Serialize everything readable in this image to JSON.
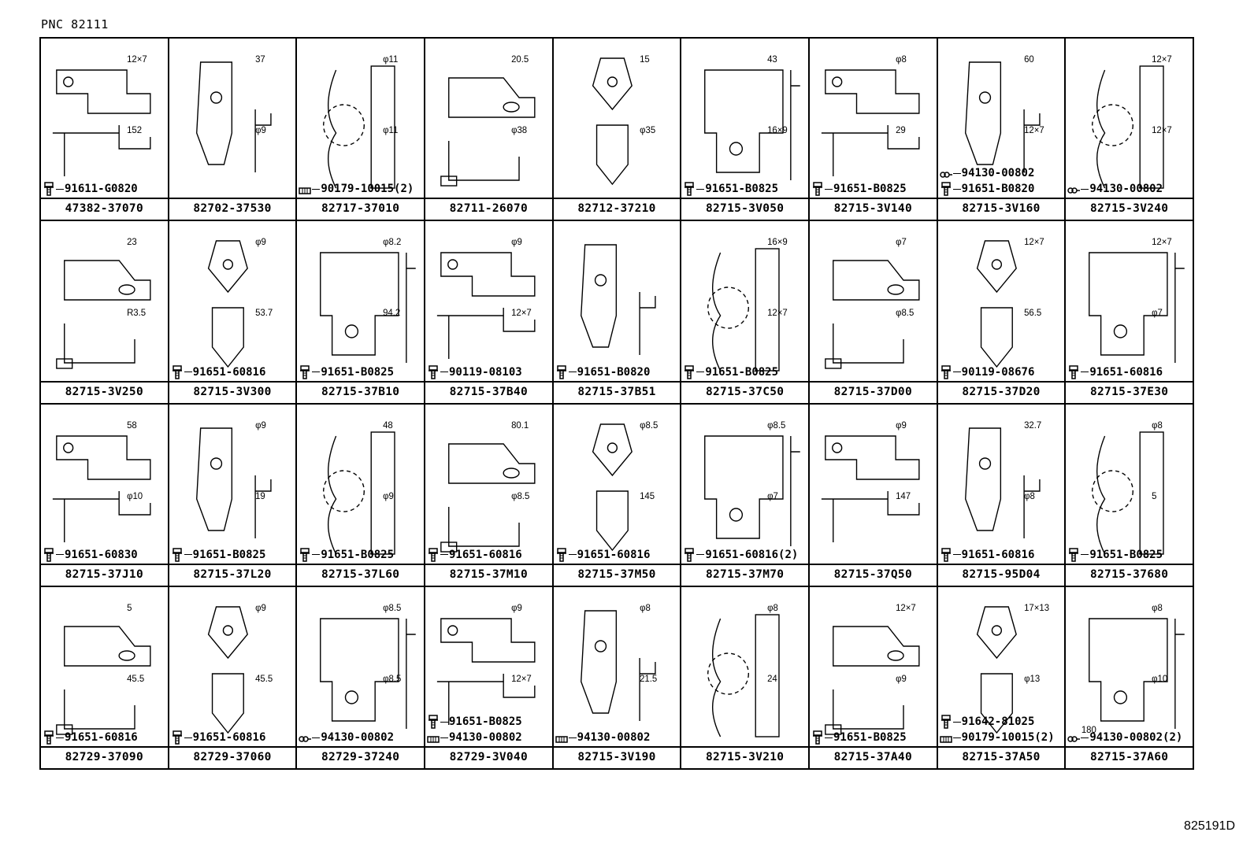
{
  "header": {
    "pnc": "PNC 82111"
  },
  "footer": {
    "doc_id": "825191D"
  },
  "cells": [
    {
      "part": "47382-37070",
      "dims": [
        "12×7",
        "152"
      ],
      "fasteners": [
        {
          "type": "bolt",
          "code": "91611-G0820"
        }
      ]
    },
    {
      "part": "82702-37530",
      "dims": [
        "37",
        "φ9"
      ],
      "fasteners": []
    },
    {
      "part": "82717-37010",
      "dims": [
        "φ11",
        "φ11"
      ],
      "fasteners": [
        {
          "type": "clip",
          "code": "90179-10015(2)"
        }
      ]
    },
    {
      "part": "82711-26070",
      "dims": [
        "20.5",
        "φ38"
      ],
      "fasteners": []
    },
    {
      "part": "82712-37210",
      "dims": [
        "15",
        "φ35"
      ],
      "fasteners": []
    },
    {
      "part": "82715-3V050",
      "dims": [
        "43",
        "16×9"
      ],
      "fasteners": [
        {
          "type": "bolt",
          "code": "91651-B0825"
        }
      ]
    },
    {
      "part": "82715-3V140",
      "dims": [
        "φ8",
        "29"
      ],
      "fasteners": [
        {
          "type": "bolt",
          "code": "91651-B0825"
        }
      ]
    },
    {
      "part": "82715-3V160",
      "dims": [
        "60",
        "12×7"
      ],
      "fasteners": [
        {
          "type": "band",
          "code": "94130-00802"
        },
        {
          "type": "bolt",
          "code": "91651-B0820"
        }
      ]
    },
    {
      "part": "82715-3V240",
      "dims": [
        "12×7",
        "12×7"
      ],
      "fasteners": [
        {
          "type": "band",
          "code": "94130-00802"
        }
      ]
    },
    {
      "part": "82715-3V250",
      "dims": [
        "23",
        "R3.5"
      ],
      "fasteners": []
    },
    {
      "part": "82715-3V300",
      "dims": [
        "φ9",
        "53.7"
      ],
      "fasteners": [
        {
          "type": "bolt",
          "code": "91651-60816"
        }
      ]
    },
    {
      "part": "82715-37B10",
      "dims": [
        "φ8.2",
        "94.2"
      ],
      "fasteners": [
        {
          "type": "bolt",
          "code": "91651-B0825"
        }
      ]
    },
    {
      "part": "82715-37B40",
      "dims": [
        "φ9",
        "12×7"
      ],
      "fasteners": [
        {
          "type": "bolt",
          "code": "90119-08103"
        }
      ]
    },
    {
      "part": "82715-37B51",
      "dims": [],
      "fasteners": [
        {
          "type": "bolt",
          "code": "91651-B0820"
        }
      ]
    },
    {
      "part": "82715-37C50",
      "dims": [
        "16×9",
        "12×7"
      ],
      "fasteners": [
        {
          "type": "bolt",
          "code": "91651-B0825"
        }
      ]
    },
    {
      "part": "82715-37D00",
      "dims": [
        "φ7",
        "φ8.5"
      ],
      "fasteners": []
    },
    {
      "part": "82715-37D20",
      "dims": [
        "12×7",
        "56.5"
      ],
      "fasteners": [
        {
          "type": "bolt",
          "code": "90119-08676"
        }
      ]
    },
    {
      "part": "82715-37E30",
      "dims": [
        "12×7",
        "φ7"
      ],
      "fasteners": [
        {
          "type": "bolt",
          "code": "91651-60816"
        }
      ]
    },
    {
      "part": "82715-37J10",
      "dims": [
        "58",
        "φ10"
      ],
      "fasteners": [
        {
          "type": "bolt",
          "code": "91651-60830"
        }
      ]
    },
    {
      "part": "82715-37L20",
      "dims": [
        "φ9",
        "19"
      ],
      "fasteners": [
        {
          "type": "bolt",
          "code": "91651-B0825"
        }
      ]
    },
    {
      "part": "82715-37L60",
      "dims": [
        "48",
        "φ9"
      ],
      "fasteners": [
        {
          "type": "bolt",
          "code": "91651-B0825"
        }
      ]
    },
    {
      "part": "82715-37M10",
      "dims": [
        "80.1",
        "φ8.5"
      ],
      "fasteners": [
        {
          "type": "bolt",
          "code": "91651-60816"
        }
      ]
    },
    {
      "part": "82715-37M50",
      "dims": [
        "φ8.5",
        "145"
      ],
      "fasteners": [
        {
          "type": "bolt",
          "code": "91651-60816"
        }
      ]
    },
    {
      "part": "82715-37M70",
      "dims": [
        "φ8.5",
        "φ7"
      ],
      "fasteners": [
        {
          "type": "bolt",
          "code": "91651-60816(2)"
        }
      ]
    },
    {
      "part": "82715-37Q50",
      "dims": [
        "φ9",
        "147"
      ],
      "fasteners": []
    },
    {
      "part": "82715-95D04",
      "dims": [
        "32.7",
        "φ8"
      ],
      "fasteners": [
        {
          "type": "bolt",
          "code": "91651-60816"
        }
      ]
    },
    {
      "part": "82715-37680",
      "dims": [
        "φ8",
        "5"
      ],
      "fasteners": [
        {
          "type": "bolt",
          "code": "91651-B0825"
        }
      ]
    },
    {
      "part": "82729-37090",
      "dims": [
        "5",
        "45.5"
      ],
      "fasteners": [
        {
          "type": "bolt",
          "code": "91651-60816"
        }
      ]
    },
    {
      "part": "82729-37060",
      "dims": [
        "φ9",
        "45.5"
      ],
      "fasteners": [
        {
          "type": "bolt",
          "code": "91651-60816"
        }
      ]
    },
    {
      "part": "82729-37240",
      "dims": [
        "φ8.5",
        "φ8.5"
      ],
      "fasteners": [
        {
          "type": "band",
          "code": "94130-00802"
        }
      ]
    },
    {
      "part": "82729-3V040",
      "dims": [
        "φ9",
        "12×7"
      ],
      "fasteners": [
        {
          "type": "bolt",
          "code": "91651-B0825"
        },
        {
          "type": "clip",
          "code": "94130-00802"
        }
      ]
    },
    {
      "part": "82715-3V190",
      "dims": [
        "φ8",
        "21.5"
      ],
      "fasteners": [
        {
          "type": "clip",
          "code": "94130-00802"
        }
      ]
    },
    {
      "part": "82715-3V210",
      "dims": [
        "φ8",
        "24"
      ],
      "fasteners": []
    },
    {
      "part": "82715-37A40",
      "dims": [
        "12×7",
        "φ9"
      ],
      "fasteners": [
        {
          "type": "bolt",
          "code": "91651-B0825"
        }
      ]
    },
    {
      "part": "82715-37A50",
      "dims": [
        "17×13",
        "φ13"
      ],
      "fasteners": [
        {
          "type": "bolt",
          "code": "91642-81025"
        },
        {
          "type": "clip",
          "code": "90179-10015(2)"
        }
      ]
    },
    {
      "part": "82715-37A60",
      "dims": [
        "φ8",
        "φ10",
        "180"
      ],
      "fasteners": [
        {
          "type": "band",
          "code": "94130-00802(2)"
        }
      ]
    }
  ]
}
